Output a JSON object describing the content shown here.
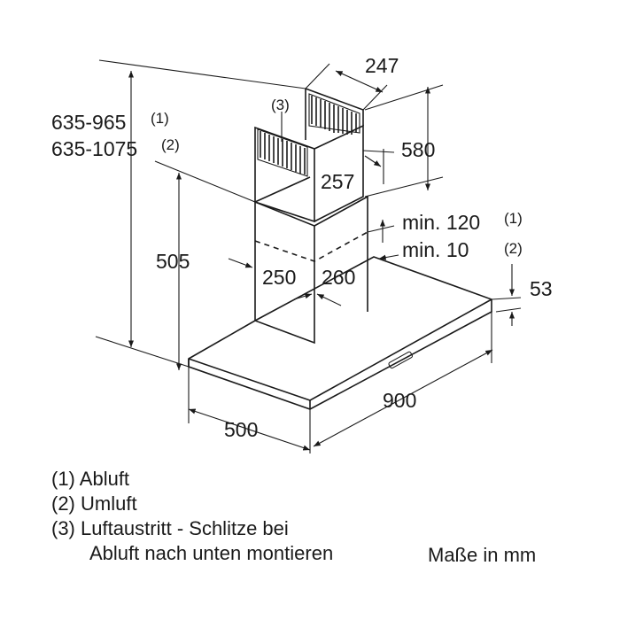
{
  "dimensions": {
    "height_range_1": "635-965",
    "height_range_2": "635-1075",
    "ref_1": "(1)",
    "ref_2": "(2)",
    "ref_3": "(3)",
    "chimney_depth_top": "247",
    "chimney_height_upper": "580",
    "chimney_width_upper": "257",
    "hood_height": "505",
    "clearance_1": "min. 120",
    "clearance_2": "min. 10",
    "chimney_width_lower": "250",
    "chimney_depth_lower": "260",
    "canopy_thickness": "53",
    "hood_width": "900",
    "hood_depth": "500"
  },
  "legend": {
    "item1": "(1) Abluft",
    "item2": "(2) Umluft",
    "item3_line1": "(3) Luftaustritt - Schlitze bei",
    "item3_line2": "Abluft nach unten montieren"
  },
  "units_note": "Maße in mm"
}
